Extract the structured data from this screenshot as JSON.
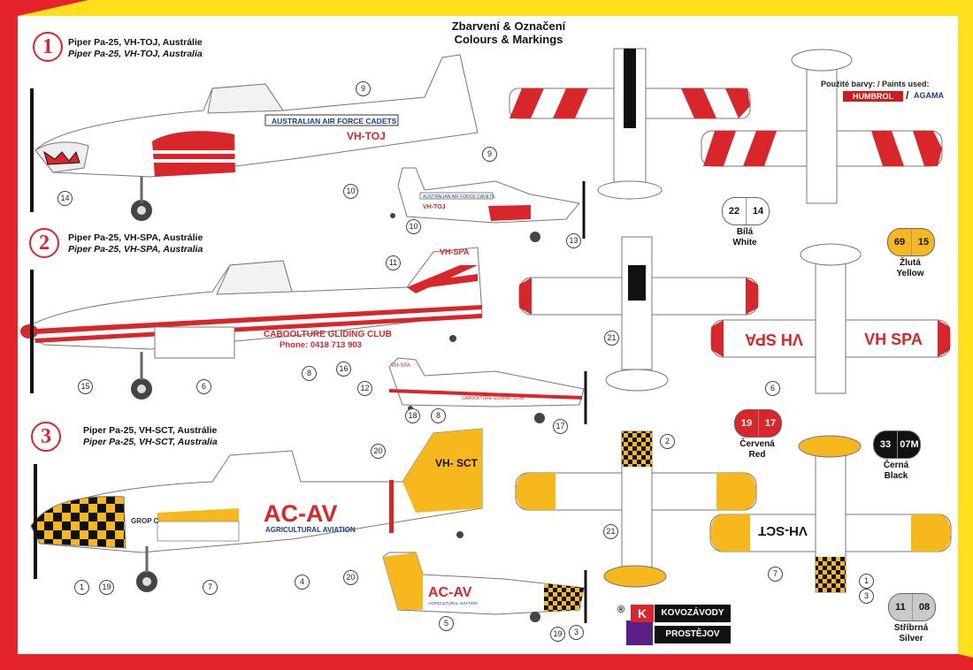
{
  "header": {
    "title_cz": "Zbarvení & Označení",
    "title_en": "Colours & Markings"
  },
  "schemes": [
    {
      "number": "1",
      "title_cz": "Piper Pa-25, VH-TOJ, Austrálie",
      "title_en": "Piper Pa-25, VH-TOJ, Australia",
      "reg": "VH-TOJ",
      "fuselage_text": "AUSTRALIAN AIR FORCE CADETS"
    },
    {
      "number": "2",
      "title_cz": "Piper Pa-25, VH-SPA, Austrálie",
      "title_en": "Piper Pa-25, VH-SPA, Australia",
      "reg": "VH-SPA",
      "reg_wing": "VH SPA",
      "fuselage_text_1": "CABOOLTURE GLIDING CLUB",
      "fuselage_text_2": "Phone: 0418 713 903"
    },
    {
      "number": "3",
      "title_cz": "Piper Pa-25, VH-SCT, Austrálie",
      "title_en": "Piper Pa-25, VH-SCT, Australia",
      "reg": "VH- SCT",
      "reg_wing": "VH-SCT",
      "fuselage_text_big": "AC-AV",
      "fuselage_text_small": "AGRICULTURAL AVIATION",
      "grop": "GROP C"
    }
  ],
  "callouts": {
    "s1_side": [
      "9",
      "10",
      "14"
    ],
    "s1_small": [
      "9",
      "10",
      "13"
    ],
    "s2_side": [
      "11",
      "15",
      "6",
      "8",
      "16"
    ],
    "s2_small": [
      "12",
      "18",
      "8",
      "17"
    ],
    "s2_top": [
      "21"
    ],
    "s2_bottom": [
      "6"
    ],
    "s3_side": [
      "20",
      "1",
      "19",
      "7",
      "4"
    ],
    "s3_small": [
      "20",
      "5",
      "19",
      "3"
    ],
    "s3_top": [
      "2",
      "21"
    ],
    "s3_bottom": [
      "7",
      "1",
      "3"
    ]
  },
  "paints_used_label": "Použité barvy: / Paints used:",
  "paint_brands": {
    "humbrol": "HUMBROL",
    "slash": "/",
    "agama": "AGAMA"
  },
  "paints": [
    {
      "humbrol": "22",
      "agama": "14",
      "name_cz": "Bílá",
      "name_en": "White",
      "color": "#ffffff",
      "text": "#111111"
    },
    {
      "humbrol": "69",
      "agama": "15",
      "name_cz": "Žlutá",
      "name_en": "Yellow",
      "color": "#f6b81c",
      "text": "#111111"
    },
    {
      "humbrol": "19",
      "agama": "17",
      "name_cz": "Červená",
      "name_en": "Red",
      "color": "#d8262b",
      "text": "#ffffff"
    },
    {
      "humbrol": "33",
      "agama": "07M",
      "name_cz": "Černá",
      "name_en": "Black",
      "color": "#111111",
      "text": "#ffffff"
    },
    {
      "humbrol": "11",
      "agama": "08",
      "name_cz": "Stříbrná",
      "name_en": "Silver",
      "color": "#c9c9c9",
      "text": "#111111"
    }
  ],
  "colors": {
    "frame_yellow": "#ffe01a",
    "frame_red": "#e4242a",
    "red": "#d8262b",
    "yellow": "#f6b81c"
  },
  "logo": {
    "reg_mark": "®",
    "k": "K",
    "top": "KOVOZÁVODY",
    "bottom": "PROSTĚJOV"
  }
}
